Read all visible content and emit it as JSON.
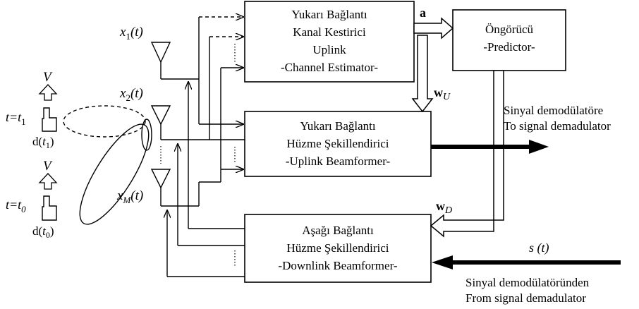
{
  "blocks": {
    "uplink_estimator": [
      "Yukarı Bağlantı",
      "Kanal Kestirici",
      "Uplink",
      "-Channel Estimator-"
    ],
    "predictor": [
      "Öngörücü",
      "-Predictor-"
    ],
    "uplink_beamformer": [
      "Yukarı Bağlantı",
      "Hüzme Şekillendirici",
      "-Uplink Beamformer-"
    ],
    "downlink_beamformer": [
      "Aşağı Bağlantı",
      "Hüzme Şekillendirici",
      "-Downlink Beamformer-"
    ]
  },
  "signals": {
    "a": "a",
    "wU_main": "w",
    "wU_sub": "U",
    "wD_main": "w",
    "wD_sub": "D",
    "s_t": "s (t)"
  },
  "antennas": {
    "x1": {
      "base": "x",
      "sub": "1",
      "arg": "(t)"
    },
    "x2": {
      "base": "x",
      "sub": "2",
      "arg": "(t)"
    },
    "xM": {
      "base": "x",
      "sub": "M",
      "arg": "(t)"
    }
  },
  "user": {
    "v_top": "V",
    "v_bottom": "V",
    "t1": {
      "pre": "t=t",
      "sub": "1"
    },
    "t0": {
      "pre": "t=t",
      "sub": "0"
    },
    "d1": {
      "pre": "d(",
      "mid": "t",
      "sub": "1",
      "post": ")"
    },
    "d0": {
      "pre": "d(",
      "mid": "t",
      "sub": "0",
      "post": ")"
    }
  },
  "outputs": {
    "to_demod": [
      "Sinyal demodülatöre",
      "To signal demadulator"
    ],
    "from_demod": [
      "Sinyal demodülatöründen",
      "From signal demadulator"
    ]
  }
}
